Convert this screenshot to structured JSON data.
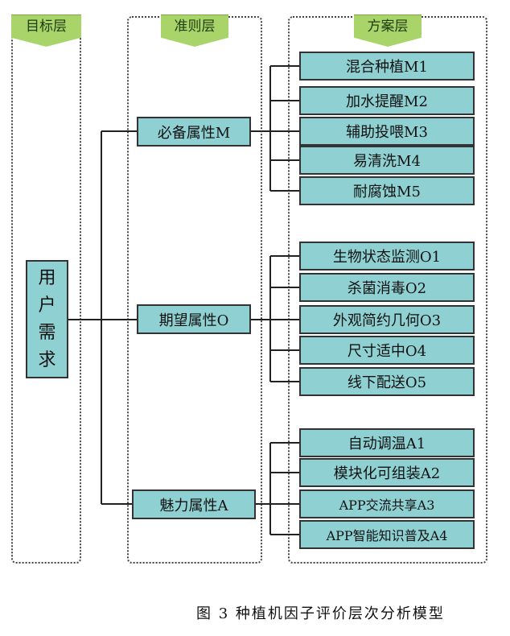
{
  "headers": {
    "goal": "目标层",
    "criteria": "准则层",
    "scheme": "方案层"
  },
  "goal_label": [
    "用",
    "户",
    "需",
    "求"
  ],
  "criteria": [
    {
      "label": "必备属性M",
      "schemes": [
        "混合种植M1",
        "加水提醒M2",
        "辅助投喂M3",
        "易清洗M4",
        "耐腐蚀M5"
      ]
    },
    {
      "label": "期望属性O",
      "schemes": [
        "生物状态监测O1",
        "杀菌消毒O2",
        "外观简约几何O3",
        "尺寸适中O4",
        "线下配送O5"
      ]
    },
    {
      "label": "魅力属性A",
      "schemes": [
        "自动调温A1",
        "模块化可组装A2",
        "APP交流共享A3",
        "APP智能知识普及A4"
      ]
    }
  ],
  "caption": "图 3  种植机因子评价层次分析模型"
}
